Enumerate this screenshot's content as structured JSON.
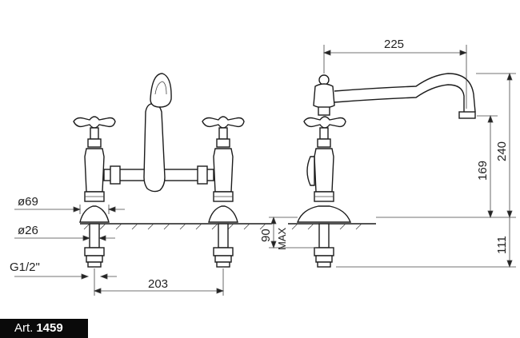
{
  "dimensions": {
    "d_225": "225",
    "d_240": "240",
    "d_169": "169",
    "d_111": "111",
    "d_90": "90",
    "d_max": "MAX",
    "d_203": "203",
    "phi_69": "ø69",
    "phi_26": "ø26",
    "thread": "G1/2\""
  },
  "footer": {
    "prefix": "Art.",
    "number": "1459"
  }
}
